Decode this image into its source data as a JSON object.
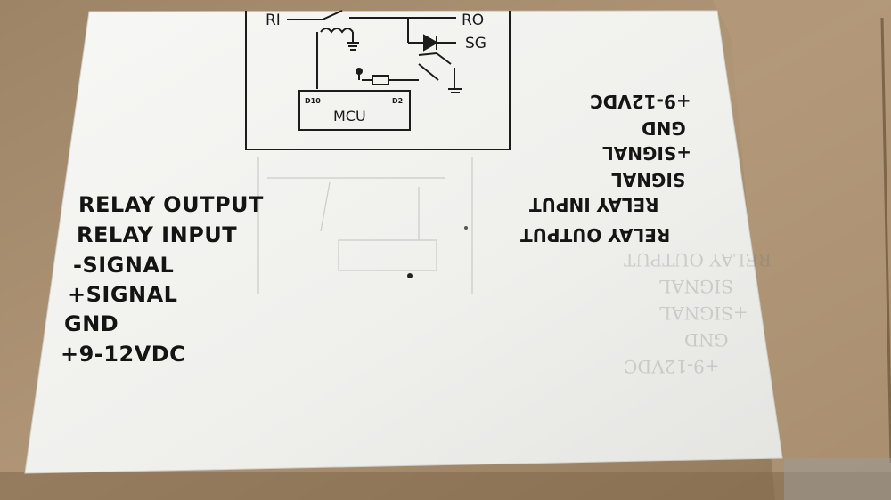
{
  "schematic": {
    "ri": "RI",
    "ro": "RO",
    "sg": "SG",
    "mcu": "MCU",
    "d10": "D10",
    "d2": "D2"
  },
  "labels_left": [
    "RELAY OUTPUT",
    "RELAY INPUT",
    "-SIGNAL",
    "+SIGNAL",
    "GND",
    "+9-12VDC"
  ],
  "labels_right": [
    "+9-12VDC",
    "GND",
    "+SIGNAL",
    "SIGNAL",
    "RELAY INPUT",
    "RELAY OUTPUT"
  ],
  "ghost_labels": [
    "RELAY OUTPUT",
    "SIGNAL",
    "+SIGNAL",
    "GND",
    "+9-12VDC"
  ]
}
